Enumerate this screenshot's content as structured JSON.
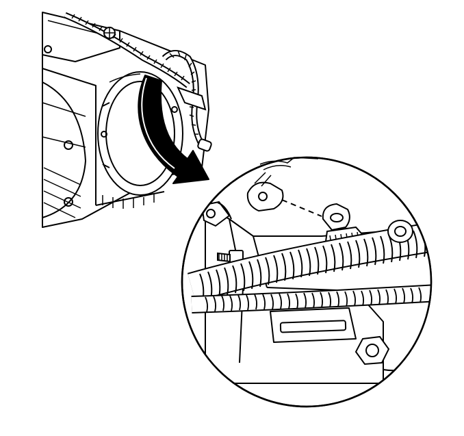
{
  "figure": {
    "background": "#ffffff",
    "ink": "#000000",
    "components": [
      "engine-assembly",
      "transmission-housing",
      "wiring-harness",
      "direction-arrow",
      "detail-view",
      "harness-connector",
      "connector-retaining-clip",
      "mounting-stud",
      "corrugated-conduit",
      "bracket-bolt"
    ]
  }
}
